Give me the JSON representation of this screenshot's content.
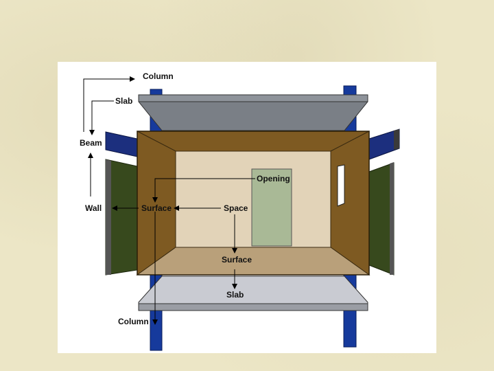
{
  "labels": {
    "column_top": "Column",
    "slab_top": "Slab",
    "beam": "Beam",
    "wall": "Wall",
    "surface_left": "Surface",
    "space": "Space",
    "opening": "Opening",
    "surface_floor": "Surface",
    "slab_bottom": "Slab",
    "column_bottom": "Column"
  },
  "colors": {
    "background": "#ece6c6",
    "panel": "#ffffff",
    "slab_top": "#7a7f86",
    "slab_bottom": "#c9cbd2",
    "column": "#163a9c",
    "beam": "#1c2f7e",
    "wall_outer": "#37491d",
    "wall_inner": "#7e5a22",
    "back_wall": "#e2d3b8",
    "floor": "#b9a07a",
    "opening": "#a9b996"
  }
}
